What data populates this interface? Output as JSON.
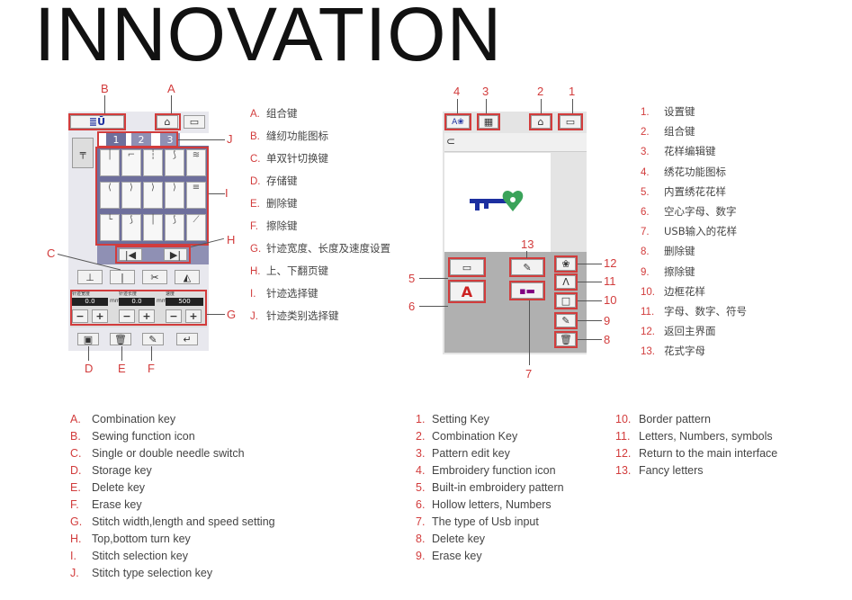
{
  "title": "INNOVATION",
  "left_legend": [
    {
      "key": "A.",
      "text": "组合键"
    },
    {
      "key": "B.",
      "text": "缝纫功能图标"
    },
    {
      "key": "C.",
      "text": "单双针切换键"
    },
    {
      "key": "D.",
      "text": "存储键"
    },
    {
      "key": "E.",
      "text": "删除键"
    },
    {
      "key": "F.",
      "text": "擦除键"
    },
    {
      "key": "G.",
      "text": "针迹宽度、长度及速度设置"
    },
    {
      "key": "H.",
      "text": "上、下翻页键"
    },
    {
      "key": "I.",
      "text": "针迹选择键"
    },
    {
      "key": "J.",
      "text": "针迹类别选择键"
    }
  ],
  "right_legend": [
    {
      "key": "1.",
      "text": "设置键"
    },
    {
      "key": "2.",
      "text": "组合键"
    },
    {
      "key": "3.",
      "text": "花样编辑键"
    },
    {
      "key": "4.",
      "text": "绣花功能图标"
    },
    {
      "key": "5.",
      "text": "内置绣花花样"
    },
    {
      "key": "6.",
      "text": "空心字母、数字"
    },
    {
      "key": "7.",
      "text": "USB输入的花样"
    },
    {
      "key": "8.",
      "text": "删除键"
    },
    {
      "key": "9.",
      "text": "擦除键"
    },
    {
      "key": "10.",
      "text": "边框花样"
    },
    {
      "key": "11.",
      "text": "字母、数字、符号"
    },
    {
      "key": "12.",
      "text": "返回主界面"
    },
    {
      "key": "13.",
      "text": "花式字母"
    }
  ],
  "english_left": [
    {
      "key": "A.",
      "text": "Combination key"
    },
    {
      "key": "B.",
      "text": "Sewing function icon"
    },
    {
      "key": "C.",
      "text": "Single or double needle switch"
    },
    {
      "key": "D.",
      "text": "Storage key"
    },
    {
      "key": "E.",
      "text": "Delete key"
    },
    {
      "key": "F.",
      "text": "Erase key"
    },
    {
      "key": "G.",
      "text": "Stitch width,length and speed setting"
    },
    {
      "key": "H.",
      "text": "Top,bottom turn key"
    },
    {
      "key": "I.",
      "text": "Stitch selection key"
    },
    {
      "key": "J.",
      "text": "Stitch type selection key"
    }
  ],
  "english_mid": [
    {
      "key": "1.",
      "text": "Setting Key"
    },
    {
      "key": "2.",
      "text": "Combination Key"
    },
    {
      "key": "3.",
      "text": "Pattern edit key"
    },
    {
      "key": "4.",
      "text": "Embroidery function icon"
    },
    {
      "key": "5.",
      "text": "Built-in embroidery pattern"
    },
    {
      "key": "6.",
      "text": "Hollow letters, Numbers"
    },
    {
      "key": "7.",
      "text": "The type of Usb input"
    },
    {
      "key": "8.",
      "text": "Delete key"
    },
    {
      "key": "9.",
      "text": "Erase key"
    }
  ],
  "english_right": [
    {
      "key": "10.",
      "text": "Border pattern"
    },
    {
      "key": "11.",
      "text": "Letters, Numbers, symbols"
    },
    {
      "key": "12.",
      "text": "Return to the main interface"
    },
    {
      "key": "13.",
      "text": "Fancy letters"
    }
  ],
  "sewing_screen": {
    "tabs": [
      "1",
      "2",
      "3"
    ],
    "width_label": "针迹宽度",
    "width_value": "0.0",
    "width_unit": "mm",
    "length_label": "针迹长度",
    "length_value": "0.0",
    "length_unit": "mm",
    "speed_label": "速度",
    "speed_value": "500",
    "minus": "−",
    "plus": "+"
  },
  "callouts_left": [
    "A",
    "B",
    "C",
    "D",
    "E",
    "F",
    "G",
    "H",
    "I",
    "J"
  ],
  "callouts_right": [
    "1",
    "2",
    "3",
    "4",
    "5",
    "6",
    "7",
    "8",
    "9",
    "10",
    "11",
    "12",
    "13"
  ],
  "colors": {
    "accent": "#d23c3c",
    "panel": "#6e6f9c",
    "key": "#1c2fa0",
    "heart": "#3aa35a"
  }
}
